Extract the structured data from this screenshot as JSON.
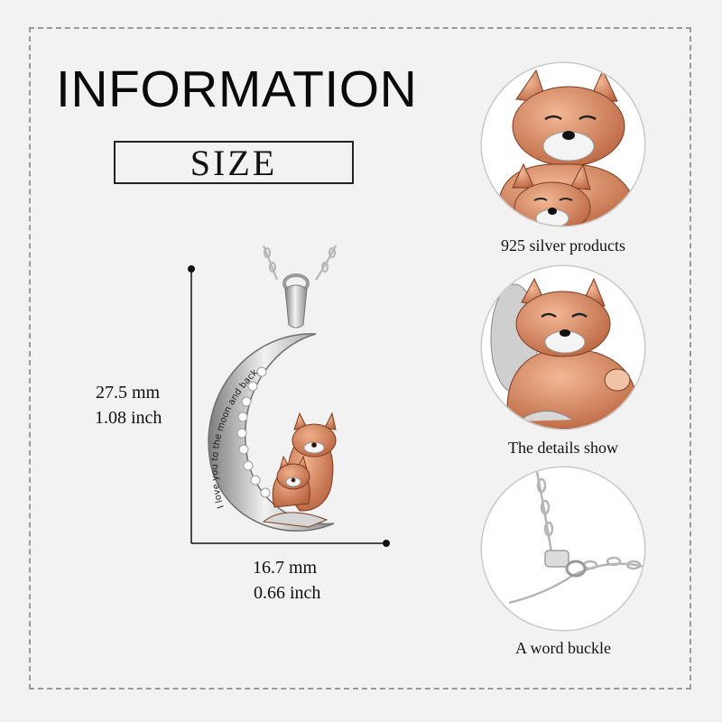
{
  "heading": "INFORMATION",
  "size_label": "SIZE",
  "dimensions": {
    "height_mm": "27.5 mm",
    "height_inch": "1.08 inch",
    "width_mm": "16.7 mm",
    "width_inch": "0.66 inch"
  },
  "pendant_engraving": "I love you to the moon and back",
  "details": [
    {
      "caption": "925 silver products",
      "image": "fox-pair-closeup"
    },
    {
      "caption": "The details show",
      "image": "fox-cub-hug-closeup"
    },
    {
      "caption": "A word buckle",
      "image": "chain-clasp-closeup"
    }
  ],
  "colors": {
    "background": "#f2f2f2",
    "frame": "#9a9a9a",
    "rose_gold": "#d98a62",
    "silver": "#c9c9c9"
  }
}
